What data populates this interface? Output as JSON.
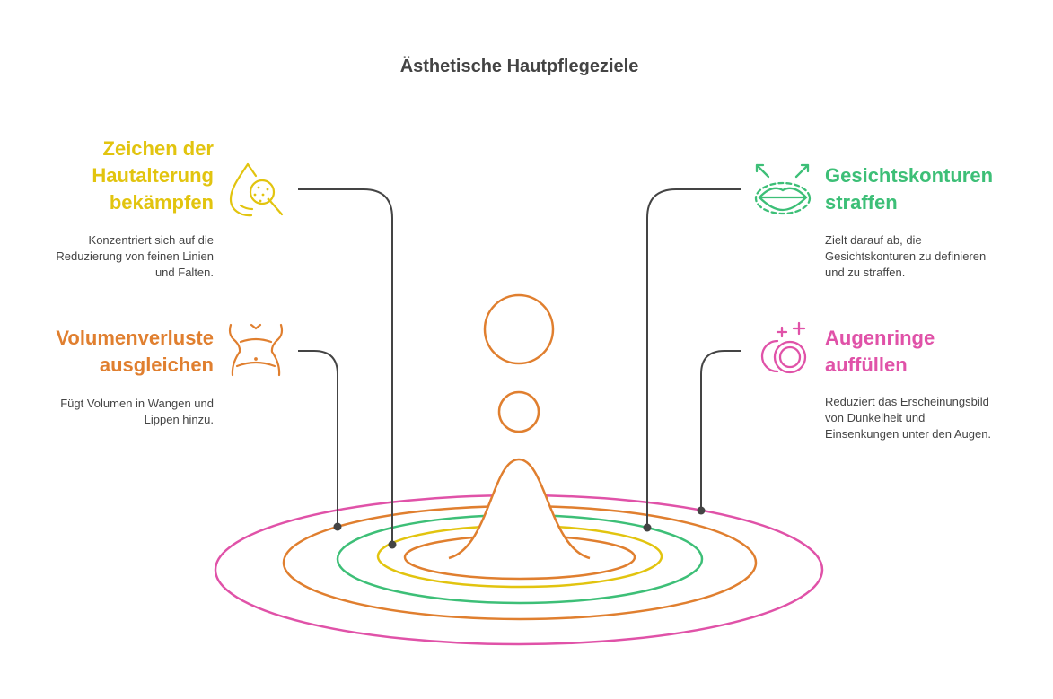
{
  "title": "Ästhetische Hautpflegeziele",
  "colors": {
    "yellow": "#e2c40f",
    "orange": "#e07f2f",
    "green": "#3dbf77",
    "pink": "#e052a8",
    "line": "#444444"
  },
  "goals": [
    {
      "heading": [
        "Zeichen der",
        "Hautalterung",
        "bekämpfen"
      ],
      "description": [
        "Konzentriert sich auf die",
        "Reduzierung von feinen Linien",
        "und Falten."
      ],
      "icon": "skin-drop-magnifier-icon"
    },
    {
      "heading": [
        "Volumenverluste",
        "ausgleichen"
      ],
      "description": [
        "Fügt Volumen in Wangen und",
        "Lippen hinzu."
      ],
      "icon": "body-waist-icon"
    },
    {
      "heading": [
        "Gesichtskonturen",
        "straffen"
      ],
      "description": [
        "Zielt darauf ab, die",
        "Gesichtskonturen zu definieren",
        "und zu straffen."
      ],
      "icon": "lips-contour-icon"
    },
    {
      "heading": [
        "Augenringe",
        "auffüllen"
      ],
      "description": [
        "Reduziert das Erscheinungsbild",
        "von Dunkelheit und",
        "Einsenkungen unter den Augen."
      ],
      "icon": "eye-rings-icon"
    }
  ]
}
